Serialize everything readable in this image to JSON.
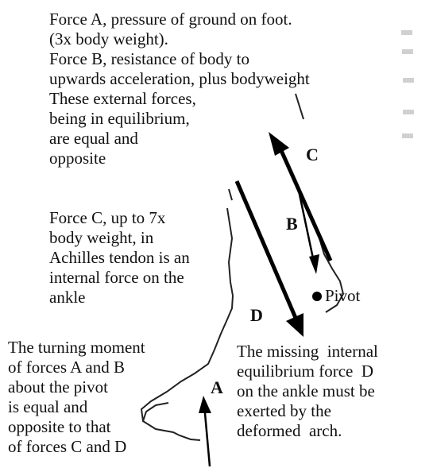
{
  "texts": {
    "p1_l1": "Force A, pressure of ground on foot.",
    "p1_l2": "(3x body weight).",
    "p1_l3": "Force B, resistance of body to",
    "p1_l4": "upwards acceleration, plus bodyweight",
    "p1_l5": "These external forces,",
    "p1_l6": "being in equilibrium,",
    "p1_l7": "are equal and",
    "p1_l8": "opposite",
    "p2_l1": "Force C, up to 7x",
    "p2_l2": "body weight, in",
    "p2_l3": "Achilles tendon is an",
    "p2_l4": "internal force on the",
    "p2_l5": "ankle",
    "p3_l1": "The turning moment",
    "p3_l2": "of forces A and B",
    "p3_l3": "about the pivot",
    "p3_l4": "is equal and",
    "p3_l5": "opposite to that",
    "p3_l6": "of forces C and D",
    "p4_l1": "The missing  internal",
    "p4_l2": "equilibrium force  D",
    "p4_l3": "on the ankle must be",
    "p4_l4": "exerted by the",
    "p4_l5": "deformed  arch."
  },
  "labels": {
    "a": "A",
    "b": "B",
    "c": "C",
    "d": "D",
    "pivot": "Pivot"
  }
}
